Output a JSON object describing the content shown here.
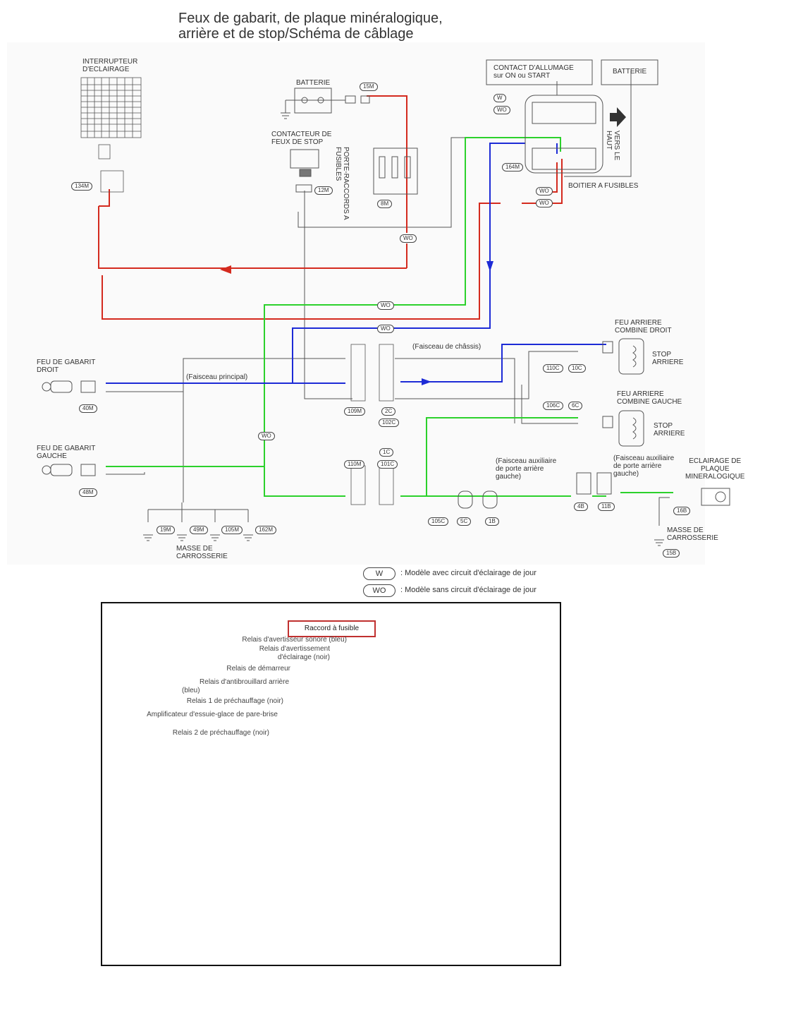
{
  "title": {
    "line1": "Feux de gabarit, de plaque minéralogique,",
    "line2": "arrière et de stop/Schéma de câblage"
  },
  "components": {
    "interrupteur": "INTERRUPTEUR D'ECLAIRAGE",
    "interrupteur_l1": "INTERRUPTEUR",
    "interrupteur_l2": "D'ECLAIRAGE",
    "batterie_top": "BATTERIE",
    "contacteur_l1": "CONTACTEUR DE",
    "contacteur_l2": "FEUX DE STOP",
    "porte_raccords": "PORTE-RACCORDS A FUSIBLES",
    "contact_allumage_l1": "CONTACT D'ALLUMAGE",
    "contact_allumage_l2": "sur ON ou START",
    "batterie_right": "BATTERIE",
    "vers_le_haut": "VERS LE HAUT",
    "boitier_fusibles": "BOITIER A FUSIBLES",
    "feu_arr_droit_l1": "FEU ARRIERE",
    "feu_arr_droit_l2": "COMBINE DROIT",
    "stop_arr_1_l1": "STOP",
    "stop_arr_1_l2": "ARRIERE",
    "feu_arr_gauche_l1": "FEU ARRIERE",
    "feu_arr_gauche_l2": "COMBINE GAUCHE",
    "stop_arr_2_l1": "STOP",
    "stop_arr_2_l2": "ARRIERE",
    "feu_gab_droit_l1": "FEU DE GABARIT",
    "feu_gab_droit_l2": "DROIT",
    "feu_gab_gauche_l1": "FEU DE GABARIT",
    "feu_gab_gauche_l2": "GAUCHE",
    "eclairage_plaque_l1": "ECLAIRAGE DE",
    "eclairage_plaque_l2": "PLAQUE",
    "eclairage_plaque_l3": "MINERALOGIQUE",
    "masse_1_l1": "MASSE DE",
    "masse_1_l2": "CARROSSERIE",
    "masse_2_l1": "MASSE DE",
    "masse_2_l2": "CARROSSERIE",
    "faisceau_principal": "(Faisceau principal)",
    "faisceau_chassis": "(Faisceau de châssis)",
    "faisceau_aux_1_l1": "(Faisceau auxiliaire",
    "faisceau_aux_1_l2": "de porte arrière",
    "faisceau_aux_1_l3": "gauche)",
    "faisceau_aux_2_l1": "(Faisceau auxiliaire",
    "faisceau_aux_2_l2": "de porte arrière",
    "faisceau_aux_2_l3": "gauche)"
  },
  "connectors": {
    "c15m": "15M",
    "c8m": "8M",
    "c12m": "12M",
    "c134m": "134M",
    "c164m": "164M",
    "c40m": "40M",
    "c48m": "48M",
    "c109m": "109M",
    "c2c": "2C",
    "c102c": "102C",
    "c110c": "110C",
    "c10c": "10C",
    "c106c": "106C",
    "c6c": "6C",
    "c110m": "110M",
    "c101c": "101C",
    "c1c": "1C",
    "c105c": "105C",
    "c5c": "5C",
    "c1b": "1B",
    "c4b": "4B",
    "c11b": "11B",
    "c16b": "16B",
    "c15b": "15B",
    "c19m": "19M",
    "c49m": "49M",
    "c105m": "105M",
    "c162m": "162M",
    "w": "W",
    "wo": "WO"
  },
  "legend": {
    "w_tag": "W",
    "w_text": ": Modèle avec circuit d'éclairage de jour",
    "wo_tag": "WO",
    "wo_text": ": Modèle sans circuit d'éclairage de jour"
  },
  "photo": {
    "raccord": "Raccord à fusible",
    "labels": [
      "Relais d'avertisseur sonore (bleu)",
      "Relais d'avertissement",
      "d'éclairage (noir)",
      "Relais de démarreur",
      "Relais d'antibrouillard arrière",
      "(bleu)",
      "Relais 1 de préchauffage (noir)",
      "Amplificateur d'essuie-glace de pare-brise",
      "Relais 2 de préchauffage (noir)"
    ]
  },
  "wire_colors": {
    "red": "#d42a1e",
    "green": "#2cd12c",
    "blue": "#1d2bd6",
    "gray": "#555555"
  }
}
